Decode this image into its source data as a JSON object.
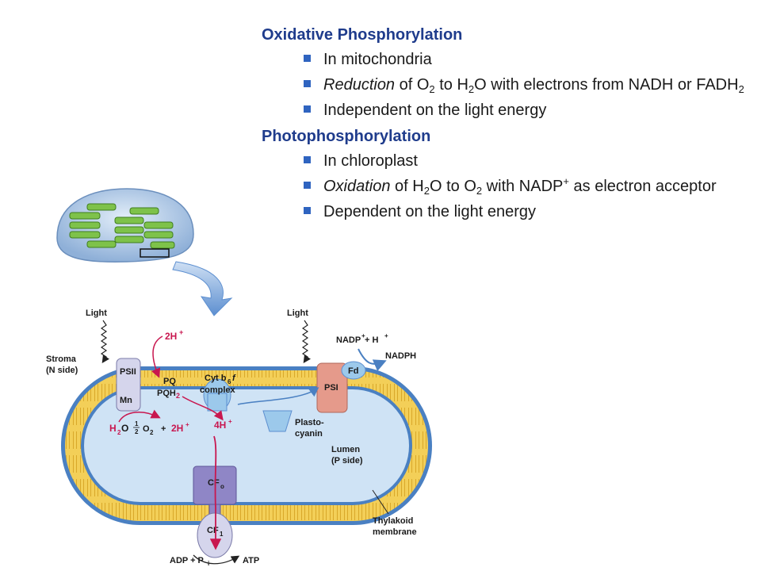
{
  "sections": [
    {
      "title": "Oxidative Phosphorylation",
      "bullets": [
        "In mitochondria",
        {
          "pre_italic": "Reduction",
          "t1": " of O",
          "s1": "2",
          "t2": " to H",
          "s2": "2",
          "t3": "O with electrons from NADH or FADH",
          "s3": "2"
        },
        "Independent on the light energy"
      ]
    },
    {
      "title": "Photophosphorylation",
      "bullets": [
        "In chloroplast",
        {
          "pre_italic": "Oxidation",
          "t1": " of H",
          "s1": "2",
          "t2": "O to O",
          "s2": "2",
          "t3": " with NADP",
          "sup3": "+",
          "t4": " as electron acceptor"
        },
        "Dependent on the light energy"
      ]
    }
  ],
  "diagram": {
    "light_left": "Light",
    "light_right": "Light",
    "stroma": "Stroma",
    "n_side": "(N side)",
    "psii": "PSII",
    "mn": "Mn",
    "two_h_top": "2H",
    "two_h_top_sup": "+",
    "pq": "PQ",
    "pqh2": "PQH",
    "pqh2_sub": "2",
    "cyt": "Cyt b",
    "cyt_sub": "6",
    "cyt_f": "f",
    "complex": "complex",
    "fd": "Fd",
    "psi": "PSI",
    "nadp": "NADP",
    "nadp_sup": "+",
    "nadp_h": " + H",
    "nadp_h_sup": "+",
    "nadph": "NADPH",
    "h2o": "H",
    "h2o_sub": "2",
    "h2o_o": "O",
    "half": "1",
    "half_den": "2",
    "o2": "O",
    "o2_sub": "2",
    "plus": "+",
    "two_h_bottom": "2H",
    "two_h_bottom_sup": "+",
    "four_h": "4H",
    "four_h_sup": "+",
    "plastocyanin_1": "Plasto-",
    "plastocyanin_2": "cyanin",
    "lumen": "Lumen",
    "p_side": "(P side)",
    "cf0": "CF",
    "cf0_sub": "o",
    "cf1": "CF",
    "cf1_sub": "1",
    "thylakoid_1": "Thylakoid",
    "thylakoid_2": "membrane",
    "adp": "ADP + P",
    "adp_sub": "i",
    "atp": "ATP"
  },
  "colors": {
    "heading": "#1f3c8c",
    "bullet": "#2f64c0",
    "proton": "#c8174f",
    "membrane_lipid": "#f3cf58",
    "membrane_head": "#4a80c2",
    "lumen": "#cfe3f5"
  }
}
